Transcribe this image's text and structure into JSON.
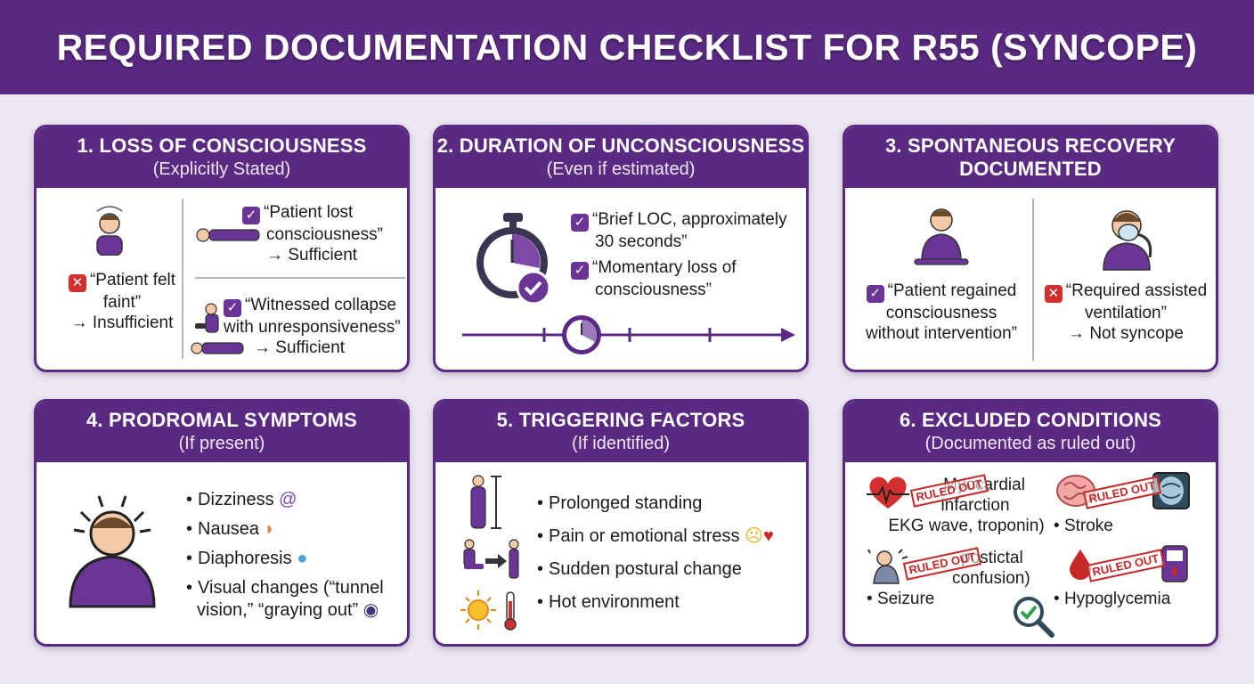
{
  "title": "REQUIRED DOCUMENTATION CHECKLIST FOR R55 (SYNCOPE)",
  "colors": {
    "brand_purple": "#5a2a82",
    "check_purple": "#6a3596",
    "cross_red": "#d32f2f",
    "background": "#ece7f1"
  },
  "cards": {
    "c1": {
      "title": "1. LOSS OF CONSCIOUSNESS",
      "subtitle": "(Explicitly Stated)",
      "bad": {
        "line1": "“Patient felt",
        "line2": "faint”",
        "line3": "→ Insufficient"
      },
      "good1": {
        "line1": "“Patient lost",
        "line2": "consciousness”",
        "line3": "→ Sufficient"
      },
      "good2": {
        "line1": "“Witnessed collapse",
        "line2": "with unresponsiveness”",
        "line3": "→ Sufficient"
      }
    },
    "c2": {
      "title": "2. DURATION OF UNCONSCIOUSNESS",
      "subtitle": "(Even if estimated)",
      "item1": {
        "line1": "“Brief LOC, approximately",
        "line2": "30 seconds”"
      },
      "item2": {
        "line1": "“Momentary loss of",
        "line2": "consciousness”"
      }
    },
    "c3": {
      "title": "3. SPONTANEOUS RECOVERY",
      "subtitle": "DOCUMENTED",
      "good": {
        "line1": "“Patient regained",
        "line2": "consciousness",
        "line3": "without intervention”"
      },
      "bad": {
        "line1": "“Required assisted",
        "line2": "ventilation”",
        "line3": "→ Not syncope"
      }
    },
    "c4": {
      "title": "4. PRODROMAL SYMPTOMS",
      "subtitle": "(If present)",
      "items": [
        "Dizziness",
        "Nausea",
        "Diaphoresis",
        "Visual changes (“tunnel",
        "vision,” “graying out”"
      ]
    },
    "c5": {
      "title": "5. TRIGGERING FACTORS",
      "subtitle": "(If identified)",
      "items": [
        "Prolonged standing",
        "Pain or emotional stress",
        "Sudden postural change",
        "Hot environment"
      ]
    },
    "c6": {
      "title": "6. EXCLUDED CONDITIONS",
      "subtitle": "(Documented as ruled out)",
      "stamp": "RULED OUT",
      "mi": {
        "line1": "Myocardial",
        "line2": "infarction",
        "line3": "EKG wave, troponin)"
      },
      "stroke": "Stroke",
      "seizure": {
        "line1": "postictal",
        "line2": "confusion)",
        "line3": "Seizure"
      },
      "hypo": "Hypoglycemia"
    }
  }
}
